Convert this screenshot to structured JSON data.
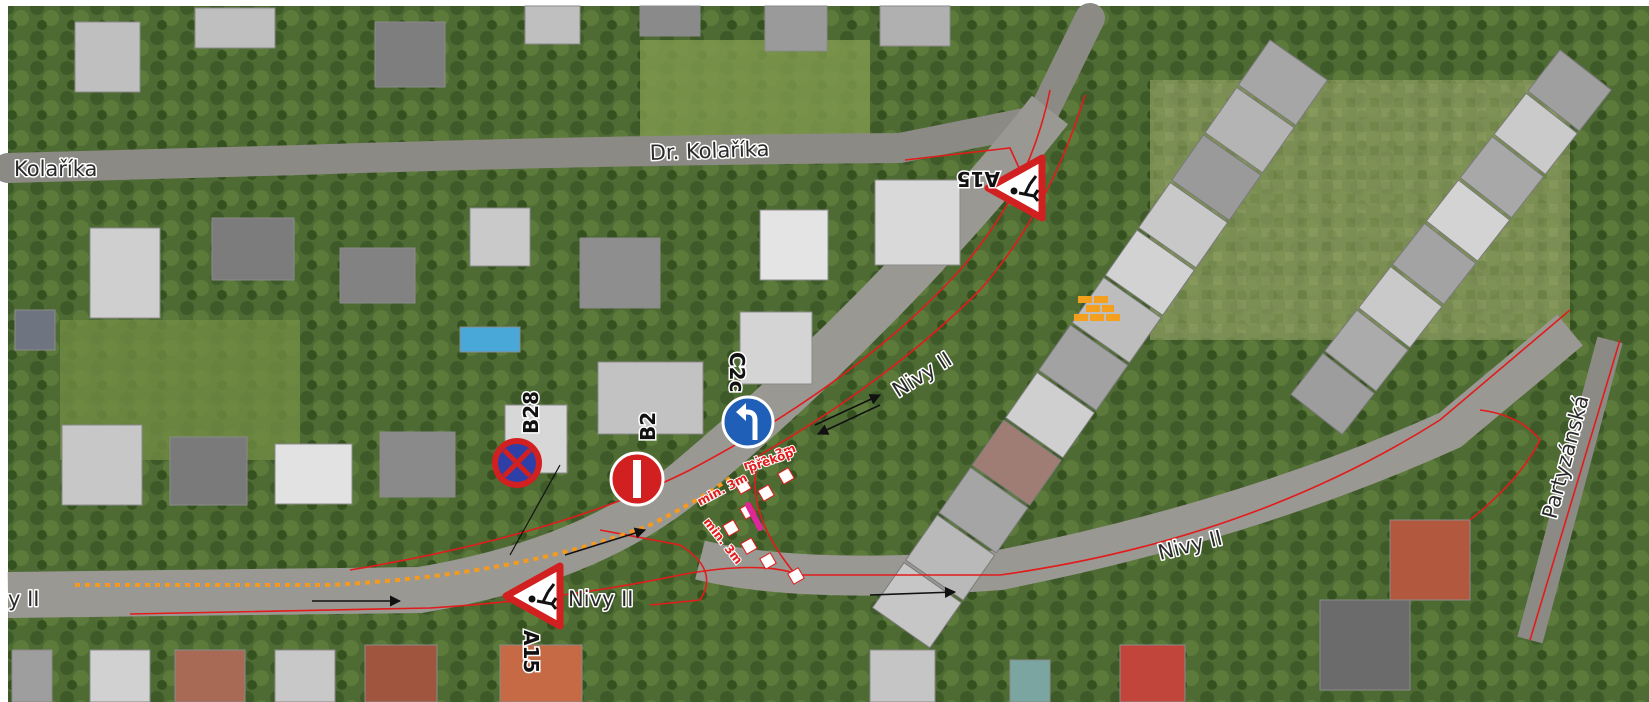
{
  "streets": {
    "dr_kolarika_left": "Kolaříka",
    "dr_kolarika_main": "Dr. Kolaříka",
    "nivy_upper": "Nivy II",
    "nivy_center": "Nivy II",
    "nivy_left": "y II",
    "nivy_right": "Nivy II",
    "partyzanska": "Partyzánská"
  },
  "signs": {
    "b28": {
      "code": "B28",
      "icon": "no-stopping-sign-icon",
      "color": "#2f3fa8"
    },
    "b2": {
      "code": "B2",
      "icon": "no-entry-sign-icon",
      "color": "#d21f1f"
    },
    "c2c": {
      "code": "C2c",
      "icon": "mandatory-left-turn-sign-icon",
      "color": "#1f5fb8"
    },
    "a15_top": {
      "code": "A15",
      "icon": "roadworks-warning-sign-icon"
    },
    "a15_bottom": {
      "code": "A15",
      "icon": "roadworks-warning-sign-icon"
    }
  },
  "annotations": {
    "min3m_a": "min. 3m",
    "min3m_b": "min. 3m",
    "min3m_c": "min. 3m",
    "prekop": "překop"
  },
  "icons": {
    "construction": "brick-wall-icon"
  },
  "colors": {
    "road_outline": "#e21b1b",
    "detour_dotted": "#f59a1e",
    "excavation": "#e0279a",
    "construction_icon": "#f2a01e"
  }
}
